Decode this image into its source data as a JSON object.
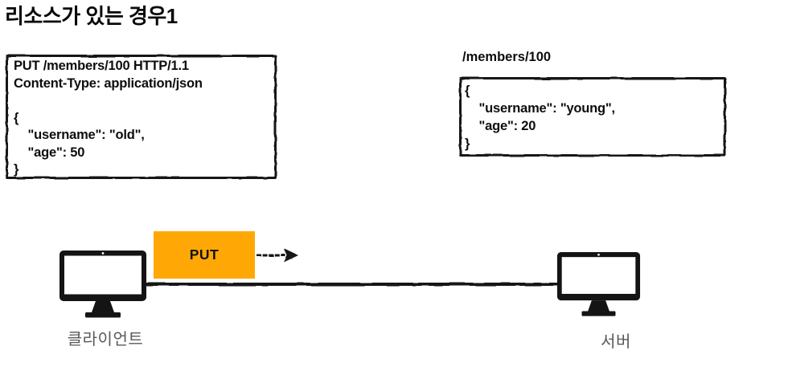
{
  "title": "리소스가 있는 경우1",
  "colors": {
    "message_bg": "#FFA805",
    "endpoint_label": "#595959",
    "ink": "#151515"
  },
  "request_box": {
    "lines": [
      "PUT /members/100 HTTP/1.1",
      "Content-Type: application/json",
      "",
      "{",
      "    \"username\": \"old\",",
      "    \"age\": 50",
      "}"
    ]
  },
  "server_resource": {
    "path": "/members/100",
    "lines": [
      "{",
      "    \"username\": \"young\",",
      "    \"age\": 20",
      "}"
    ]
  },
  "message": {
    "label": "PUT"
  },
  "endpoints": {
    "client": "클라이언트",
    "server": "서버"
  },
  "icons": {
    "client": "desktop-monitor-icon",
    "server": "desktop-monitor-icon",
    "arrow": "right-arrow-icon"
  }
}
